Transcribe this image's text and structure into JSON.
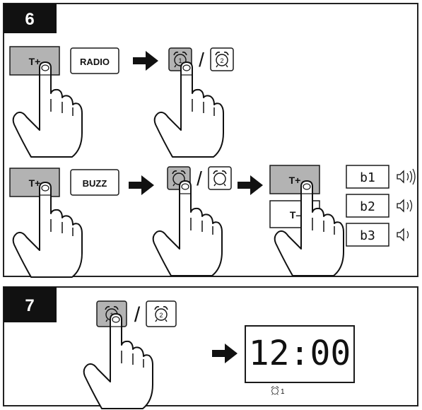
{
  "step6": {
    "number": "6",
    "row1": {
      "t_plus": "T+",
      "mode": "RADIO",
      "separator": "/"
    },
    "row2": {
      "t_plus": "T+",
      "mode": "BUZZ",
      "separator": "/",
      "t_plus_2": "T+",
      "t_minus": "T–",
      "options": [
        {
          "label": "b1",
          "volume_waves": 3
        },
        {
          "label": "b2",
          "volume_waves": 2
        },
        {
          "label": "b3",
          "volume_waves": 1
        }
      ]
    }
  },
  "step7": {
    "number": "7",
    "separator": "/",
    "display_time": "12:00",
    "indicator_label": "1"
  },
  "alarm_icons": {
    "alarm1_digit": "1",
    "alarm2_digit": "2"
  },
  "colors": {
    "pressed": "#b3b3b3",
    "border": "#1a1a1a",
    "header": "#111111"
  }
}
